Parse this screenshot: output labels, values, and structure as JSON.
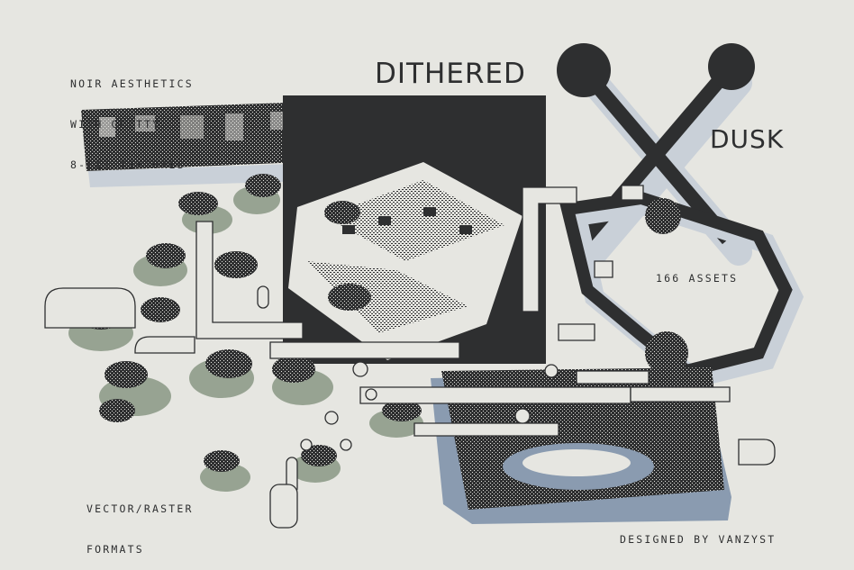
{
  "title": {
    "line1": "DITHERED",
    "line2": "DUSK"
  },
  "captions": {
    "tagline": [
      "NOIR AESTHETICS",
      "WITH GRITTY",
      "8-BIT TEXTURES"
    ],
    "assets": "166 ASSETS",
    "formats": [
      "VECTOR/RASTER",
      "FORMATS"
    ],
    "credit": "DESIGNED BY VANZYST"
  },
  "colors": {
    "paper": "#e6e6e1",
    "ink": "#2e2f30",
    "sage": "#97a392",
    "pale_blue": "#c9d0d8",
    "slate_blue": "#8a9bb0"
  }
}
